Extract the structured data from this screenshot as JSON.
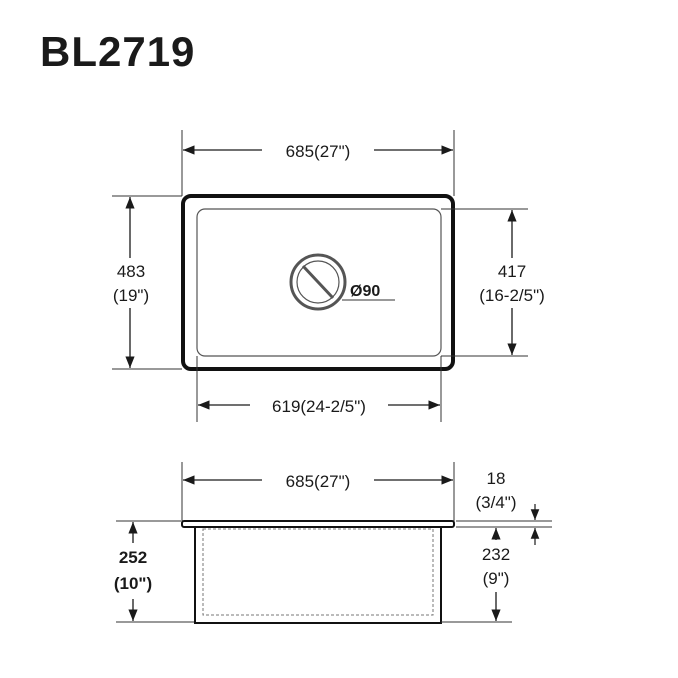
{
  "title": "BL2719",
  "top_view": {
    "overall_width": "685(27\")",
    "overall_height_mm": "483",
    "overall_height_in": "(19\")",
    "bowl_height_mm": "417",
    "bowl_height_in": "(16-2/5\")",
    "bowl_width": "619(24-2/5\")",
    "drain_diameter": "Ø90"
  },
  "side_view": {
    "overall_width": "685(27\")",
    "rim_thickness_mm": "18",
    "rim_thickness_in": "(3/4\")",
    "total_depth_mm": "252",
    "total_depth_in": "(10\")",
    "bowl_depth_mm": "232",
    "bowl_depth_in": "(9\")"
  }
}
